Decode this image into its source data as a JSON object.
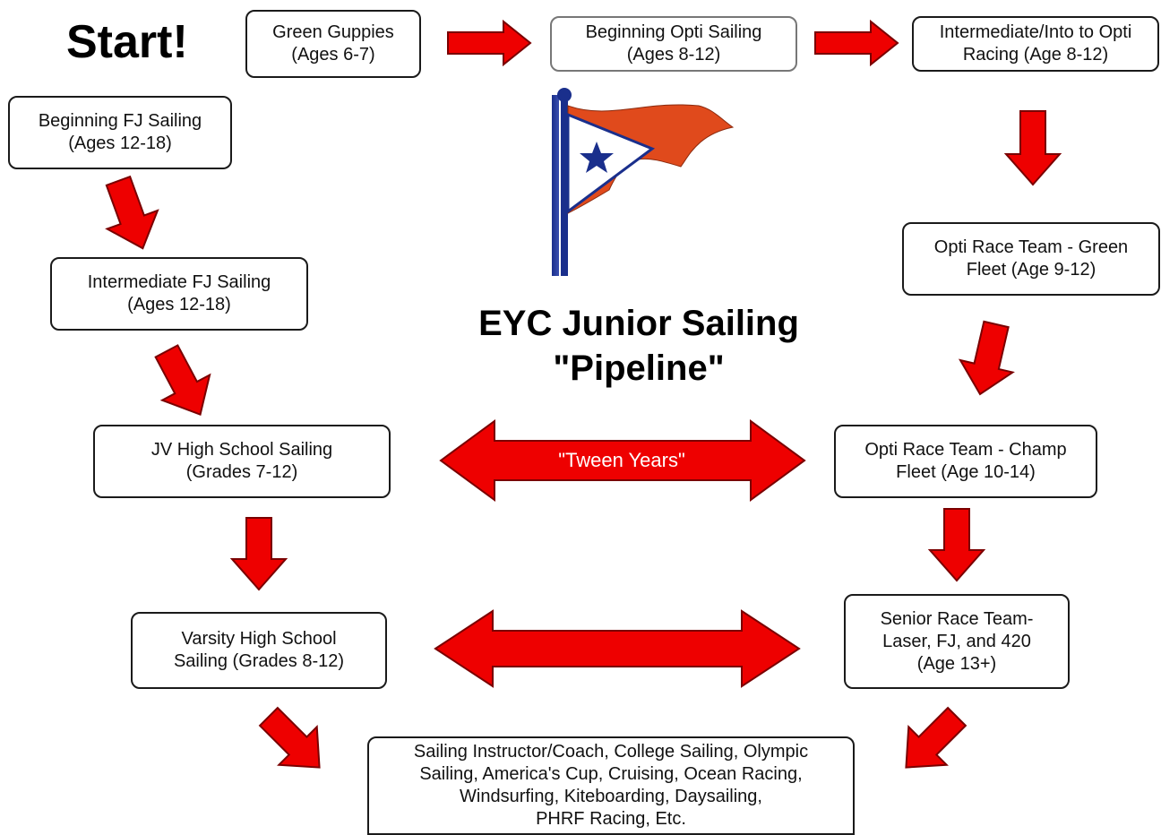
{
  "start_label": "Start!",
  "title": {
    "line1": "EYC Junior Sailing",
    "line2": "\"Pipeline\""
  },
  "tween_label": "\"Tween Years\"",
  "nodes": {
    "green_guppies": {
      "line1": "Green Guppies",
      "line2": "(Ages 6-7)"
    },
    "beginning_opti": {
      "line1": "Beginning Opti Sailing",
      "line2": "(Ages 8-12)"
    },
    "intermediate_opti": {
      "line1": "Intermediate/Into to Opti",
      "line2": "Racing (Age 8-12)"
    },
    "beginning_fj": {
      "line1": "Beginning FJ Sailing",
      "line2": "(Ages 12-18)"
    },
    "intermediate_fj": {
      "line1": "Intermediate FJ Sailing",
      "line2": "(Ages 12-18)"
    },
    "jv_high_school": {
      "line1": "JV High School Sailing",
      "line2": "(Grades 7-12)"
    },
    "varsity_high_school": {
      "line1": "Varsity High School",
      "line2": "Sailing (Grades 8-12)"
    },
    "opti_green_fleet": {
      "line1": "Opti Race Team - Green",
      "line2": "Fleet (Age 9-12)"
    },
    "opti_champ_fleet": {
      "line1": "Opti Race Team - Champ",
      "line2": "Fleet (Age 10-14)"
    },
    "senior_race_team": {
      "line1": "Senior Race Team-",
      "line2": "Laser, FJ, and 420",
      "line3": "(Age 13+)"
    },
    "outcomes": {
      "line1": "Sailing Instructor/Coach, College Sailing, Olympic",
      "line2": "Sailing, America's Cup, Cruising, Ocean Racing,",
      "line3": "Windsurfing, Kiteboarding, Daysailing,",
      "line4": "PHRF Racing, Etc."
    }
  },
  "colors": {
    "arrow_fill": "#ee0000",
    "arrow_stroke": "#7a0000",
    "flag_orange": "#e04a1c",
    "flag_blue": "#1a2f8c",
    "box_border": "#1a1a1a"
  },
  "icons": {
    "logo": "burgee-flag-icon"
  }
}
